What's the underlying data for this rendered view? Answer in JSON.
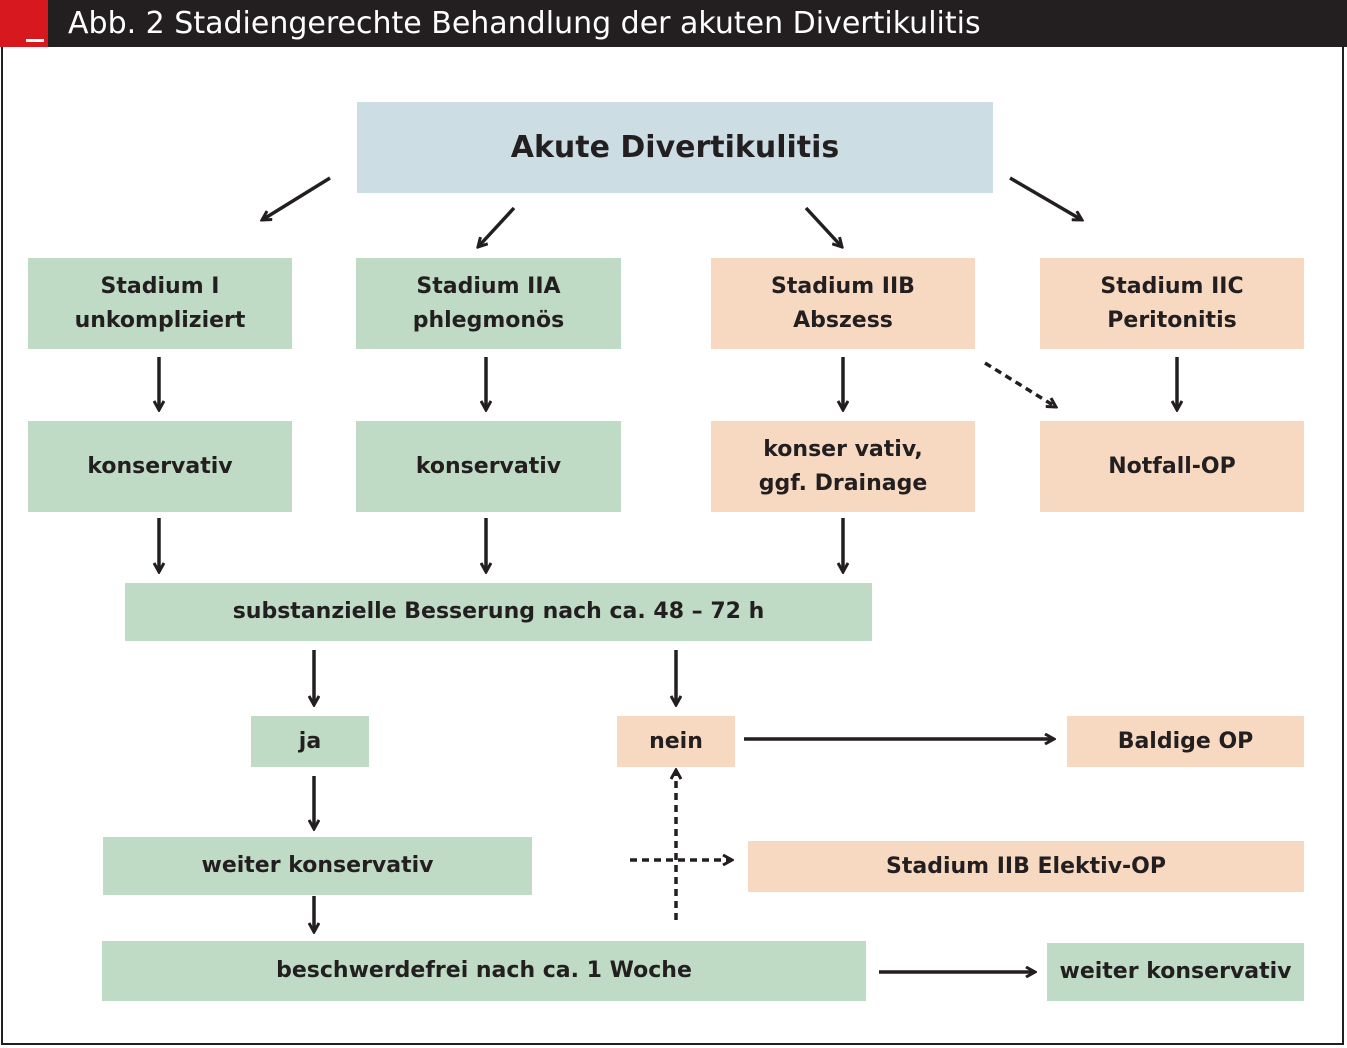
{
  "header": {
    "title": "Abb. 2  Stadiengerechte Behandlung der akuten Divertikulitis",
    "accent_color": "#d7191f",
    "bar_color": "#231f20"
  },
  "colors": {
    "green": "#bfdbc5",
    "orange": "#f7d9c2",
    "blue": "#cddde4",
    "text": "#231f20"
  },
  "nodes": {
    "root": "Akute Divertikulitis",
    "stage1": "Stadium I\nunkompliziert",
    "stage2a": "Stadium IIA\nphlegmonös",
    "stage2b": "Stadium IIB\nAbszess",
    "stage2c": "Stadium IIC\nPeritonitis",
    "conservative1": "konservativ",
    "conservative2": "konservativ",
    "conservative_drainage": "konser vativ,\nggf. Drainage",
    "emergency_op": "Notfall-OP",
    "improvement": "substanzielle Besserung nach ca. 48 – 72 h",
    "yes": "ja",
    "no": "nein",
    "early_op": "Baldige OP",
    "continue_conservative": "weiter konservativ",
    "elective_op": "Stadium IIB Elektiv-OP",
    "symptom_free": "beschwerdefrei nach ca. 1 Woche",
    "continue_conservative_final": "weiter konservativ"
  }
}
